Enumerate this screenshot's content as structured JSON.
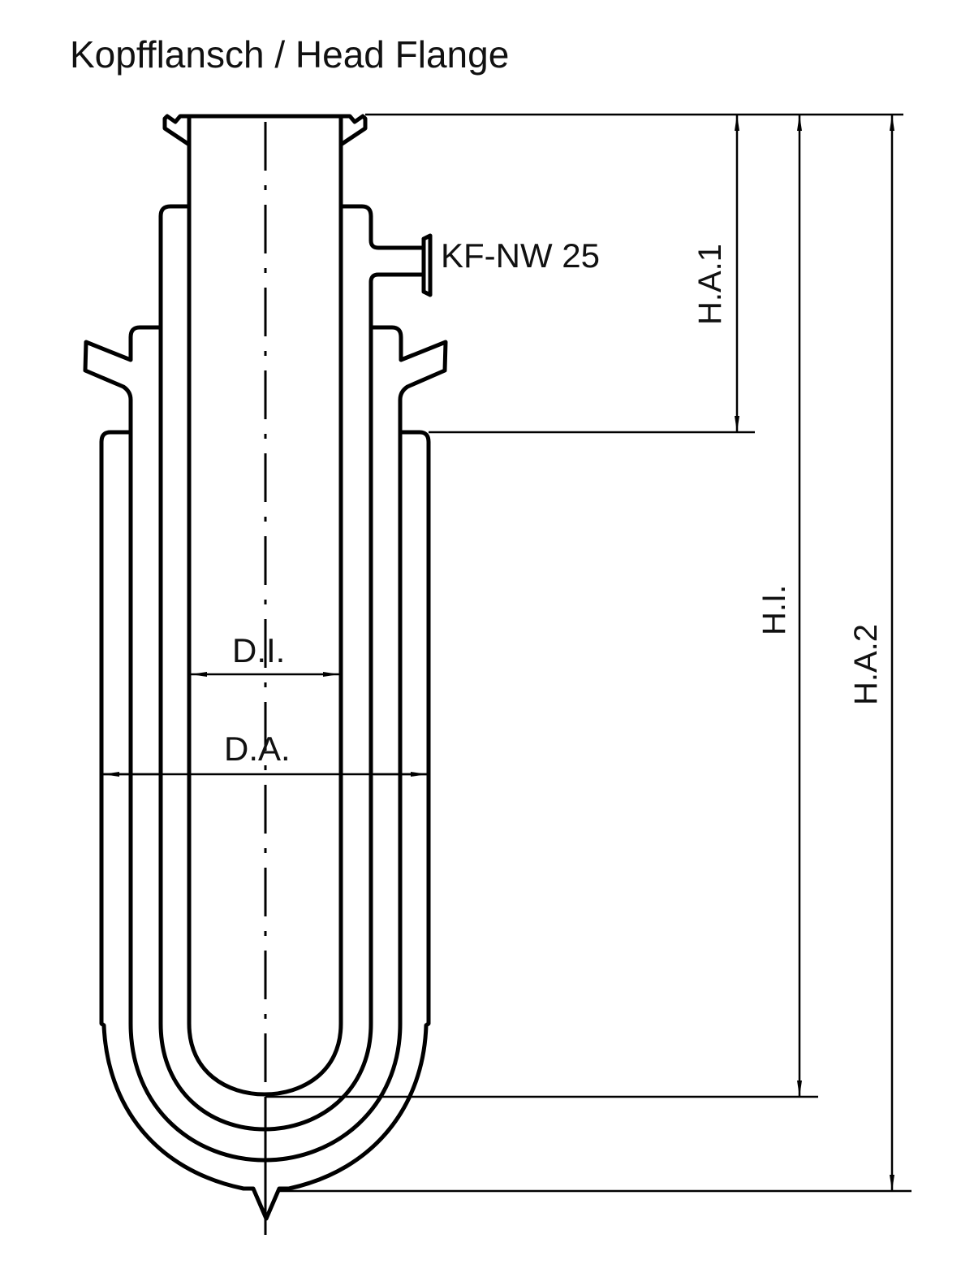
{
  "title": "Kopfflansch / Head Flange",
  "labels": {
    "port": "KF-NW 25",
    "inner_diameter": "D.I.",
    "outer_diameter": "D.A.",
    "height_a1": "H.A.1",
    "height_inner": "H.I.",
    "height_a2": "H.A.2"
  },
  "colors": {
    "line": "#000000",
    "background": "#ffffff"
  }
}
